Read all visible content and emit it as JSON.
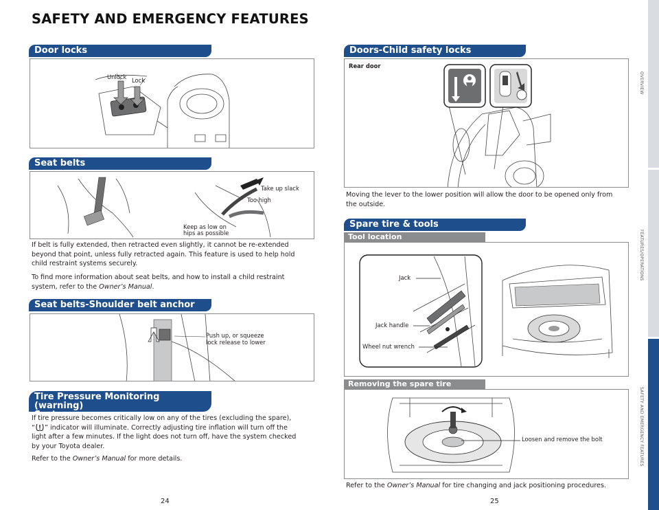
{
  "header": {
    "title": "SAFETY AND EMERGENCY FEATURES"
  },
  "left": {
    "door_locks": {
      "title": "Door locks",
      "unlock": "Unlock",
      "lock": "Lock"
    },
    "seat_belts": {
      "title": "Seat belts",
      "take_up_slack": "Take up slack",
      "too_high": "Too high",
      "keep_low_1": "Keep as low on",
      "keep_low_2": "hips as possible",
      "para1_l1": "If belt is fully extended, then retracted even slightly, it cannot be re-extended",
      "para1_l2": "beyond that point, unless fully retracted again. This feature is used to help hold",
      "para1_l3": "child restraint systems securely.",
      "para2_l1": "To find more information about seat belts, and how to install a child restraint",
      "para2_l2_pre": "system, refer to the ",
      "para2_l2_em": "Owner’s Manual",
      "para2_l2_post": "."
    },
    "shoulder_anchor": {
      "title": "Seat belts-Shoulder belt anchor",
      "push_1": "Push up, or squeeze",
      "push_2": "lock release to lower"
    },
    "tpms": {
      "title_1": "Tire Pressure Monitoring (warning)",
      "title_2": "System",
      "l1": "If tire pressure becomes critically low on any of the tires (excluding the spare),",
      "l2_pre": "“",
      "l2_post": "” indicator will illuminate. Correctly adjusting tire inflation will turn off the",
      "l3": "light after a few minutes. If the light does not turn off, have the system checked",
      "l4": "by your Toyota dealer.",
      "l5_pre": "Refer to the ",
      "l5_em": "Owner’s Manual",
      "l5_post": " for more details."
    },
    "page_number": "24"
  },
  "right": {
    "child_locks": {
      "title": "Doors-Child safety locks",
      "rear_door": "Rear door",
      "text_l1": "Moving the lever to the lower position will allow the door to be opened only from",
      "text_l2": "the outside."
    },
    "spare_tire": {
      "title": "Spare tire & tools",
      "tool_location": "Tool location",
      "jack": "Jack",
      "jack_handle": "Jack handle",
      "wheel_nut_wrench": "Wheel nut wrench",
      "removing": "Removing the spare tire",
      "loosen": "Loosen and remove the bolt",
      "bottom_pre": "Refer to the ",
      "bottom_em": "Owner’s Manual",
      "bottom_post": " for tire changing and jack positioning procedures."
    },
    "page_number": "25"
  },
  "sidebar": {
    "overview": "OVERVIEW",
    "features": "FEATURES/OPERATIONS",
    "safety": "SAFETY AND EMERGENCY FEATURES"
  },
  "colors": {
    "accent": "#1f4e8c",
    "subheader": "#8a8c8e",
    "border": "#8a8c8e"
  }
}
